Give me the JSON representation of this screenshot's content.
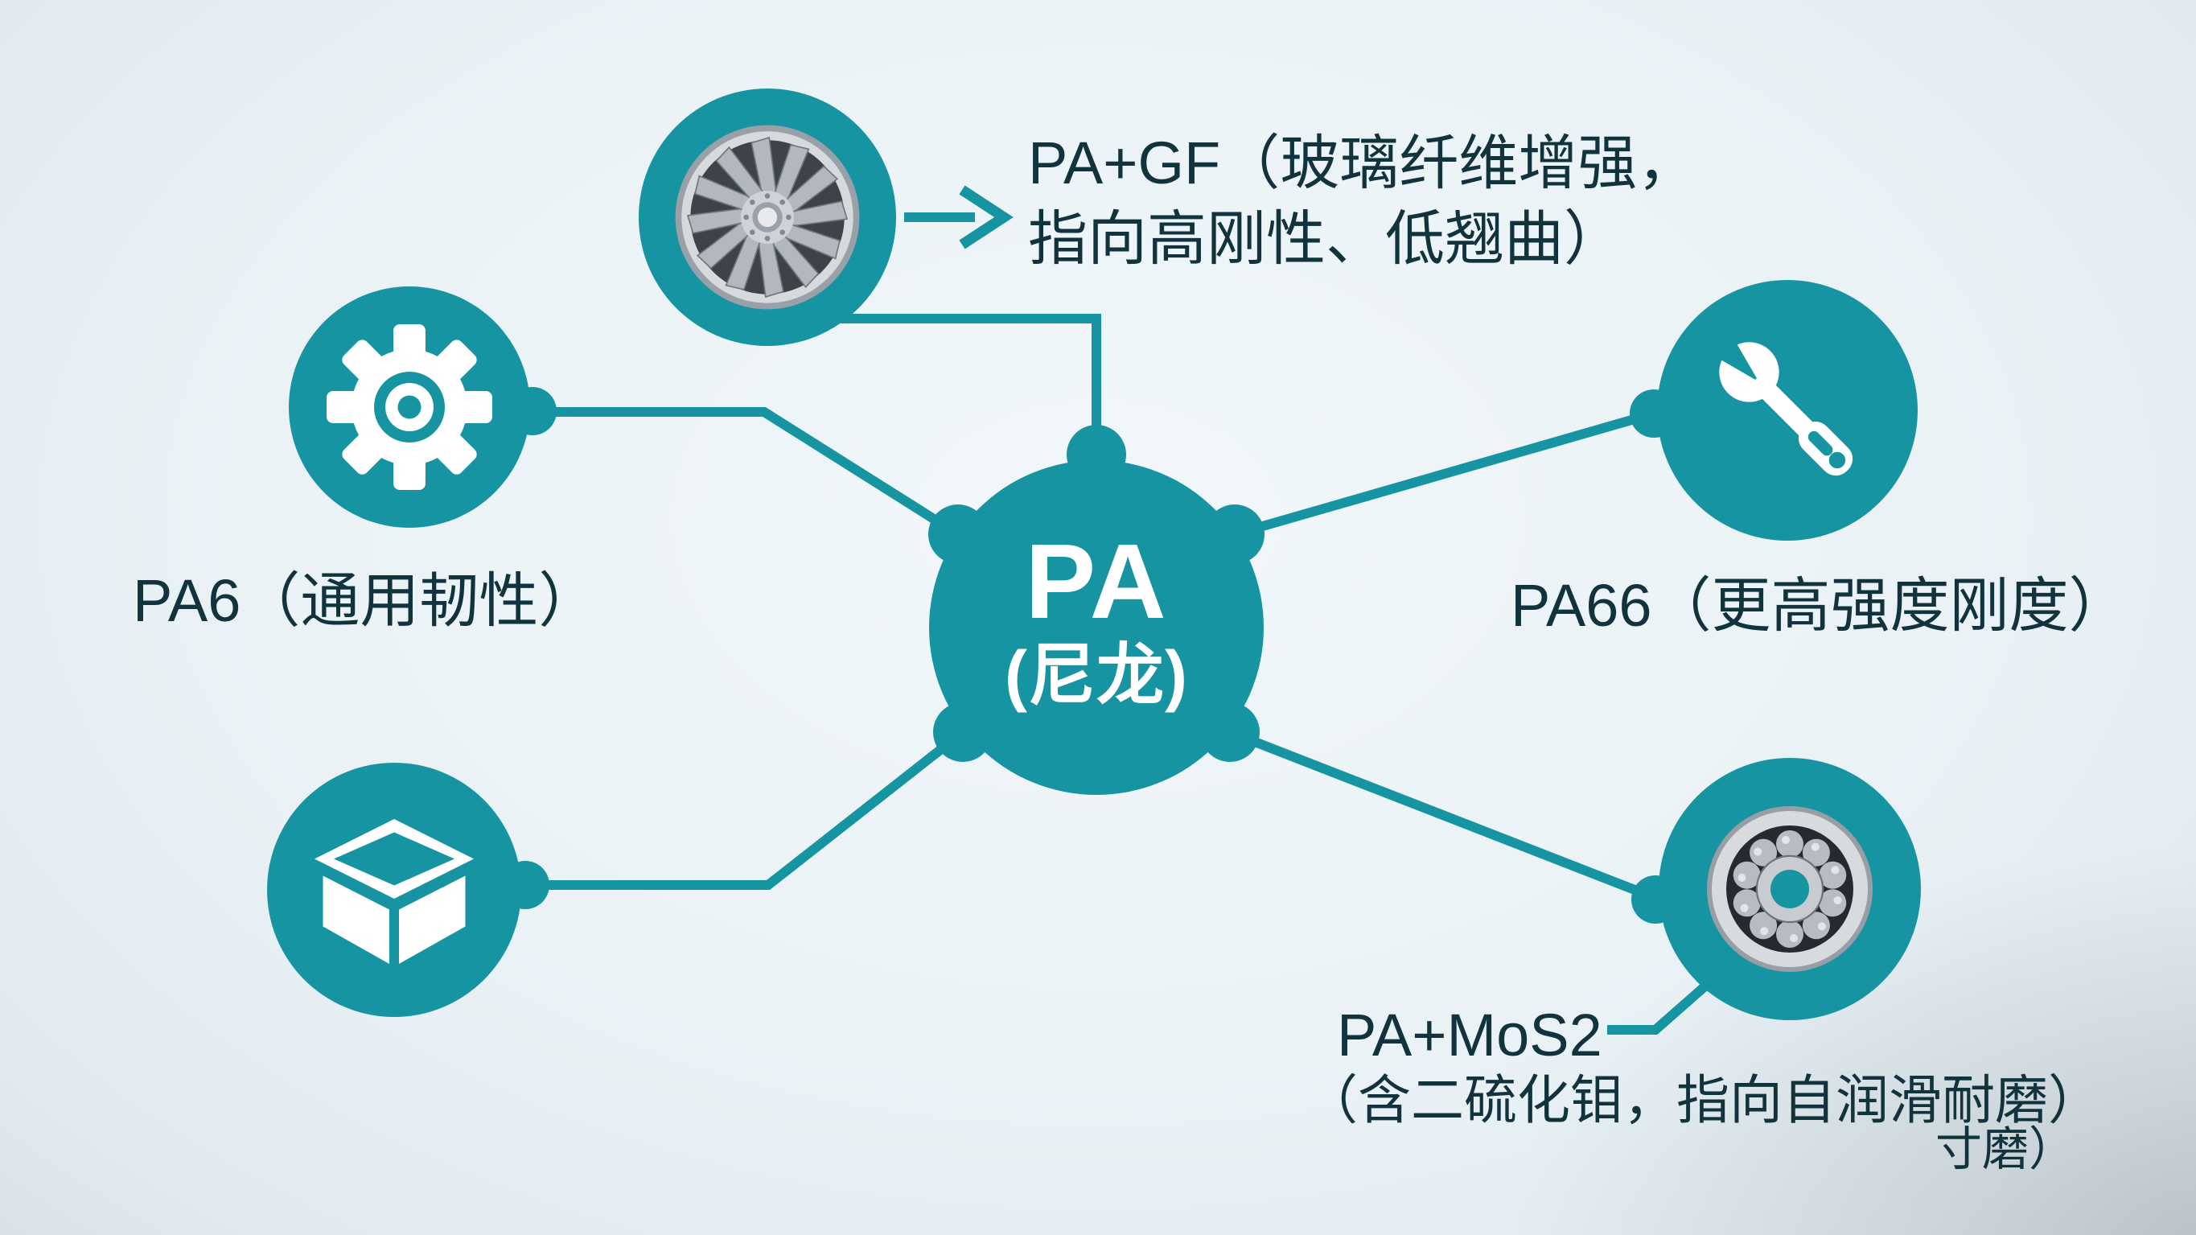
{
  "palette": {
    "teal": "#1794a2",
    "teal_deep": "#12899a",
    "text_dark": "#11333e",
    "background": "#eaf2f6",
    "icon_white": "#ffffff",
    "metal_light": "#d8dbde",
    "metal_mid": "#b5bbc2",
    "metal_dark": "#26292f"
  },
  "center": {
    "title": "PA",
    "subtitle": "(尼龙)"
  },
  "nodes": {
    "pa6": {
      "icon": "gear-icon",
      "label": "PA6（通用韧性）"
    },
    "pagf": {
      "icon": "turbine-icon",
      "label_line1": "PA+GF（玻璃纤维增强，",
      "label_line2": "指向高刚性、低翘曲）"
    },
    "pa66": {
      "icon": "wrench-icon",
      "label": "PA66（更高强度刚度）"
    },
    "box": {
      "icon": "box-icon",
      "label": ""
    },
    "pamos2": {
      "icon": "bearing-icon",
      "label": "PA+MoS2",
      "description": "（含二硫化钼，指向自润滑耐磨）",
      "artifact": "寸磨）"
    }
  }
}
